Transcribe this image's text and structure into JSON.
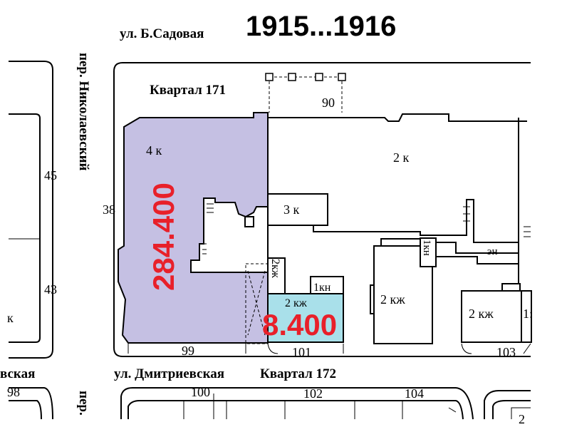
{
  "title": "1915...1916",
  "streets": {
    "sadovaya": "ул. Б.Садовая",
    "dmitrievskaya": "ул. Дмитриевская",
    "dmitrievskaya_cut": "вская",
    "nikolaevsky": "пер. Николаевский",
    "bottom_lane_cut": "пер."
  },
  "blocks": {
    "block_171": "Квартал 171",
    "block_172": "Квартал 172"
  },
  "lot_numbers": {
    "n45": "45",
    "n43": "43",
    "n38": "38",
    "n90": "90",
    "n99": "99",
    "n101": "101",
    "n103": "103",
    "n98": "98",
    "n100": "100",
    "n102": "102",
    "n104": "104"
  },
  "building_labels": {
    "k4": "4 к",
    "k2": "2 к",
    "k3": "3 к",
    "kzh2_a": "2кж",
    "kn1_a": "1кн",
    "kzh2_b": "2 кж",
    "kzh2_c": "2 кж",
    "kn1_b": "1кн",
    "en": "эн",
    "kzh2_d": "2 кж",
    "cut_1": "1:",
    "cut_k": "к",
    "cut_2": "2"
  },
  "values": {
    "big_lot": "284.400",
    "small_lot": "8.400"
  },
  "colors": {
    "red": "#e8202a",
    "block_label": "#d42a2a",
    "lavender": "#c5c0e3",
    "light_blue": "#a9e0ea"
  }
}
